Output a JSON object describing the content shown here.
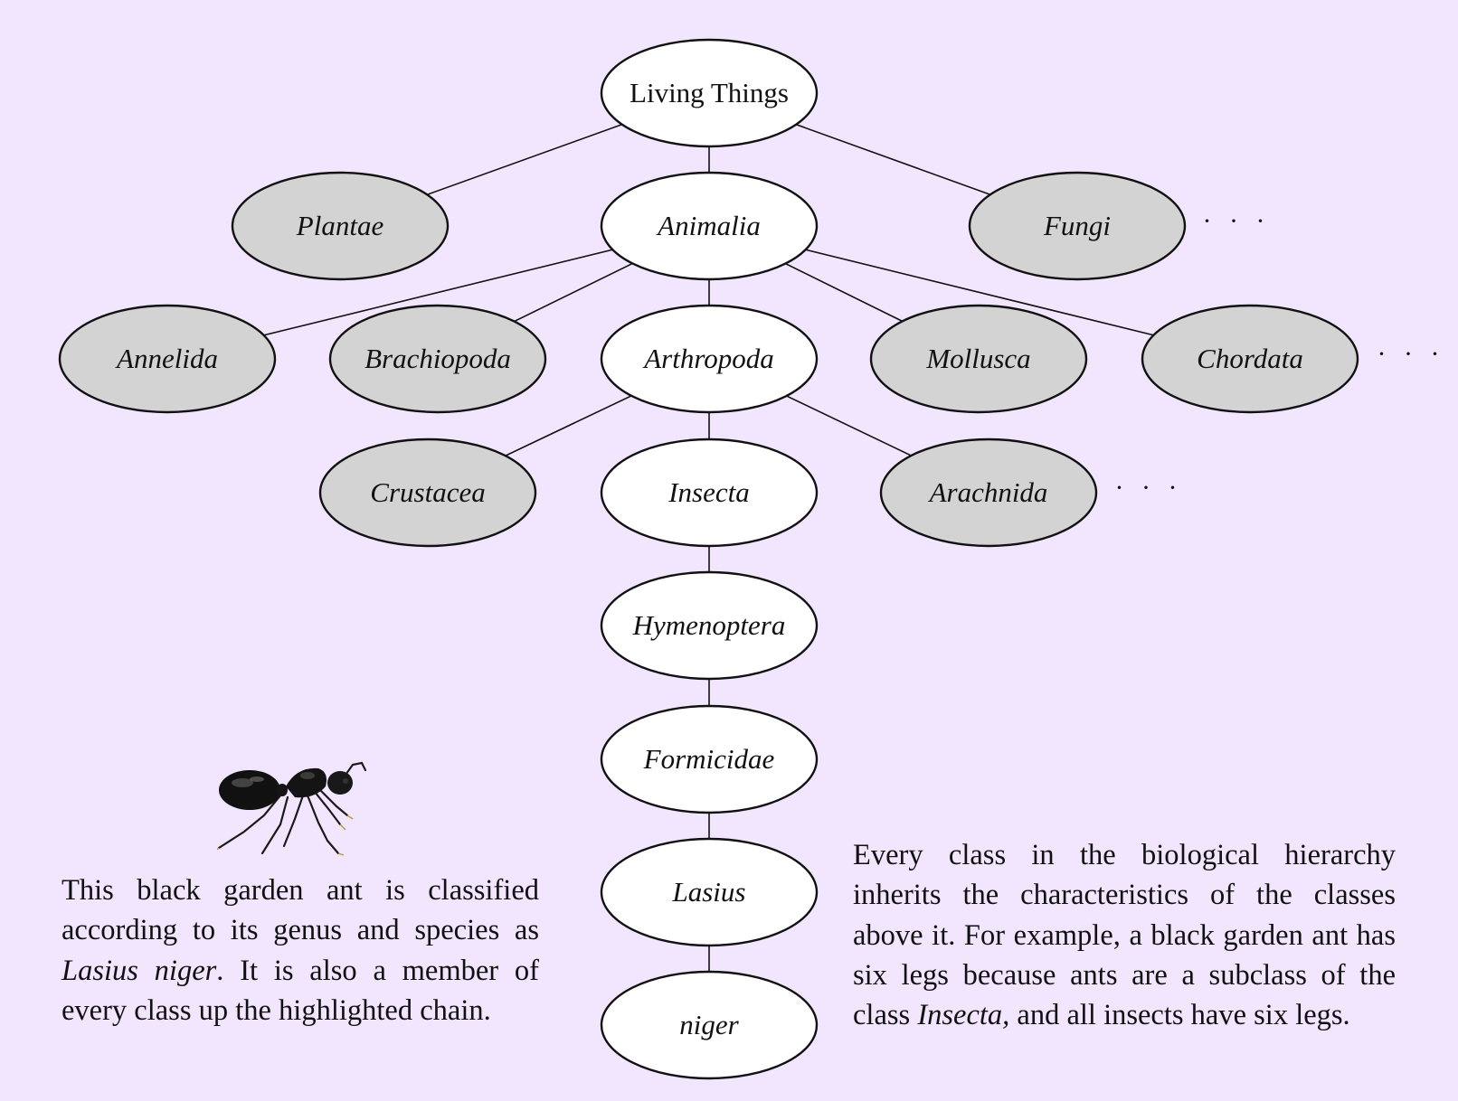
{
  "diagram": {
    "nodes": [
      {
        "id": "living",
        "label": "Living Things",
        "highlighted": true,
        "italic": false
      },
      {
        "id": "plantae",
        "label": "Plantae",
        "highlighted": false
      },
      {
        "id": "animalia",
        "label": "Animalia",
        "highlighted": true
      },
      {
        "id": "fungi",
        "label": "Fungi",
        "highlighted": false
      },
      {
        "id": "annelida",
        "label": "Annelida",
        "highlighted": false
      },
      {
        "id": "brachiopoda",
        "label": "Brachiopoda",
        "highlighted": false
      },
      {
        "id": "arthropoda",
        "label": "Arthropoda",
        "highlighted": true
      },
      {
        "id": "mollusca",
        "label": "Mollusca",
        "highlighted": false
      },
      {
        "id": "chordata",
        "label": "Chordata",
        "highlighted": false
      },
      {
        "id": "crustacea",
        "label": "Crustacea",
        "highlighted": false
      },
      {
        "id": "insecta",
        "label": "Insecta",
        "highlighted": true
      },
      {
        "id": "arachnida",
        "label": "Arachnida",
        "highlighted": false
      },
      {
        "id": "hymenoptera",
        "label": "Hymenoptera",
        "highlighted": true
      },
      {
        "id": "formicidae",
        "label": "Formicidae",
        "highlighted": true
      },
      {
        "id": "lasius",
        "label": "Lasius",
        "highlighted": true
      },
      {
        "id": "niger",
        "label": "niger",
        "highlighted": true
      }
    ],
    "edges": [
      [
        "living",
        "plantae"
      ],
      [
        "living",
        "animalia"
      ],
      [
        "living",
        "fungi"
      ],
      [
        "animalia",
        "annelida"
      ],
      [
        "animalia",
        "brachiopoda"
      ],
      [
        "animalia",
        "arthropoda"
      ],
      [
        "animalia",
        "mollusca"
      ],
      [
        "animalia",
        "chordata"
      ],
      [
        "arthropoda",
        "crustacea"
      ],
      [
        "arthropoda",
        "insecta"
      ],
      [
        "arthropoda",
        "arachnida"
      ],
      [
        "insecta",
        "hymenoptera"
      ],
      [
        "hymenoptera",
        "formicidae"
      ],
      [
        "formicidae",
        "lasius"
      ],
      [
        "lasius",
        "niger"
      ]
    ],
    "ellipsis": "· · ·"
  },
  "colors": {
    "background": "#f1e6fe",
    "highlighted_fill": "#ffffff",
    "other_fill": "#d3d3d3",
    "stroke": "#111111"
  },
  "captions": {
    "left": {
      "part1": "This black garden ant is classified according to its genus and species as ",
      "species": "Lasius niger",
      "part2": ". It is also a member of every class up the highlighted chain."
    },
    "right": {
      "part1": "Every class in the biological hierarchy inherits the characteristics of the classes above it.  For example, a black garden ant has six legs because ants are a subclass of the class ",
      "class_name": "Insecta,",
      "part2": " and all insects have six legs."
    }
  },
  "image": {
    "icon": "black-garden-ant-photo"
  }
}
